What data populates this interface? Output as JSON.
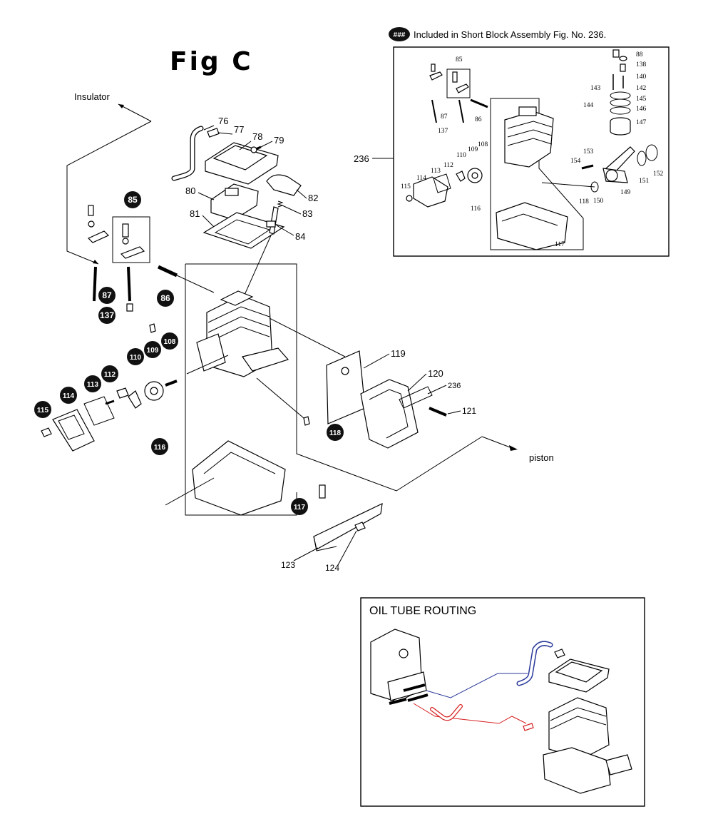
{
  "figure_title": "Fig C",
  "legend": {
    "symbol": "###",
    "text": "Included in Short Block Assembly Fig. No. 236."
  },
  "annotations": {
    "insulator": "Insulator",
    "piston": "piston"
  },
  "main_callouts": {
    "c76": "76",
    "c77": "77",
    "c78": "78",
    "c79": "79",
    "c80": "80",
    "c81": "81",
    "c82": "82",
    "c83": "83",
    "c84": "84",
    "c85": "85",
    "c86": "86",
    "c87": "87",
    "c137": "137",
    "c108": "108",
    "c109": "109",
    "c110": "110",
    "c112": "112",
    "c113": "113",
    "c114": "114",
    "c115": "115",
    "c116": "116",
    "c117": "117",
    "c118": "118",
    "c119": "119",
    "c120": "120",
    "c236": "236",
    "c121": "121",
    "c123": "123",
    "c124": "124"
  },
  "inset": {
    "assembly_label": "236",
    "callouts": {
      "c85": "85",
      "c86": "86",
      "c87": "87",
      "c137": "137",
      "c88": "88",
      "c138": "138",
      "c140": "140",
      "c142": "142",
      "c143": "143",
      "c144": "144",
      "c145": "145",
      "c146": "146",
      "c147": "147",
      "c108": "108",
      "c109": "109",
      "c110": "110",
      "c112": "112",
      "c113": "113",
      "c114": "114",
      "c115": "115",
      "c116": "116",
      "c117": "117",
      "c118": "118",
      "c149": "149",
      "c150": "150",
      "c151": "151",
      "c152": "152",
      "c153": "153",
      "c154": "154"
    }
  },
  "oil_routing": {
    "title": "OIL TUBE ROUTING",
    "tube_colors": {
      "blue": "#2b3a9a",
      "red": "#d62020"
    }
  }
}
